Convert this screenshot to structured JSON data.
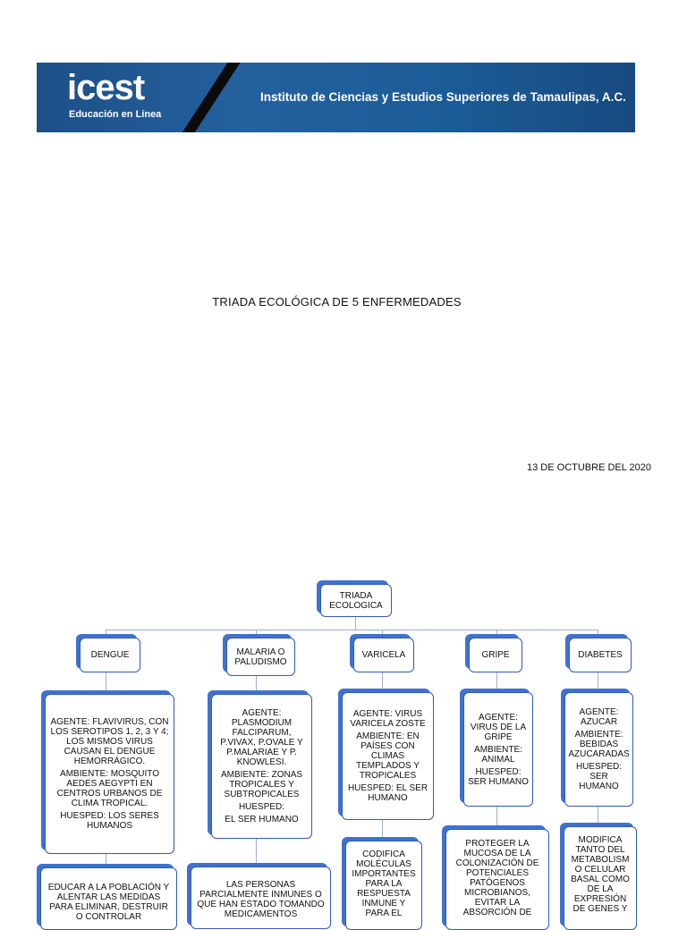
{
  "banner": {
    "logo_text": "icest",
    "logo_subtitle": "Educación en Línea",
    "institution": "Instituto de Ciencias y Estudios Superiores de Tamaulipas, A.C."
  },
  "document": {
    "title": "TRIADA ECOLÓGICA DE 5 ENFERMEDADES",
    "date": "13 DE OCTUBRE DEL 2020"
  },
  "diagram": {
    "root": "TRIADA ECOLOGICA",
    "diseases": [
      {
        "name": "DENGUE",
        "triad": [
          "AGENTE: FLAVIVIRUS, CON LOS SEROTIPOS 1, 2, 3 Y 4; LOS MISMOS VIRUS CAUSAN EL DENGUE HEMORRÁGICO.",
          "AMBIENTE: MOSQUITO AEDES AEGYPTI EN CENTROS URBANOS DE CLIMA TROPICAL.",
          "HUESPED: LOS SERES HUMANOS"
        ],
        "prevention": "EDUCAR A LA POBLACIÓN Y ALENTAR LAS MEDIDAS PARA ELIMINAR, DESTRUIR O CONTROLAR"
      },
      {
        "name": "MALARIA O PALUDISMO",
        "triad": [
          "AGENTE: PLASMODIUM FALCIPARUM, P.VIVAX, P.OVALE Y P.MALARIAE Y P. KNOWLESI.",
          "AMBIENTE: ZONAS TROPICALES Y SUBTROPICALES",
          "HUESPED:",
          "EL SER HUMANO"
        ],
        "prevention": "LAS PERSONAS PARCIALMENTE INMUNES O QUE HAN ESTADO TOMANDO MEDICAMENTOS"
      },
      {
        "name": "VARICELA",
        "triad": [
          "AGENTE: VIRUS VARICELA ZOSTE",
          "AMBIENTE: EN PAÍSES CON CLIMAS TEMPLADOS Y TROPICALES",
          "HUESPED: EL SER HUMANO"
        ],
        "prevention": "CODIFICA MOLÉCULAS IMPORTANTES PARA LA RESPUESTA INMUNE Y PARA EL"
      },
      {
        "name": "GRIPE",
        "triad": [
          "AGENTE: VIRUS DE LA GRIPE",
          "AMBIENTE: ANIMAL",
          "HUESPED: SER HUMANO"
        ],
        "prevention": "PROTEGER LA MUCOSA DE LA COLONIZACIÓN DE POTENCIALES PATÓGENOS MICROBIANOS, EVITAR LA ABSORCIÓN DE"
      },
      {
        "name": "DIABETES",
        "triad": [
          "AGENTE: AZUCAR",
          "AMBIENTE: BEBIDAS AZUCARADAS",
          "HUESPED: SER HUMANO"
        ],
        "prevention": "MODIFICA TANTO DEL METABOLISM O CELULAR BASAL COMO DE LA EXPRESIÓN DE GENES Y"
      }
    ]
  }
}
